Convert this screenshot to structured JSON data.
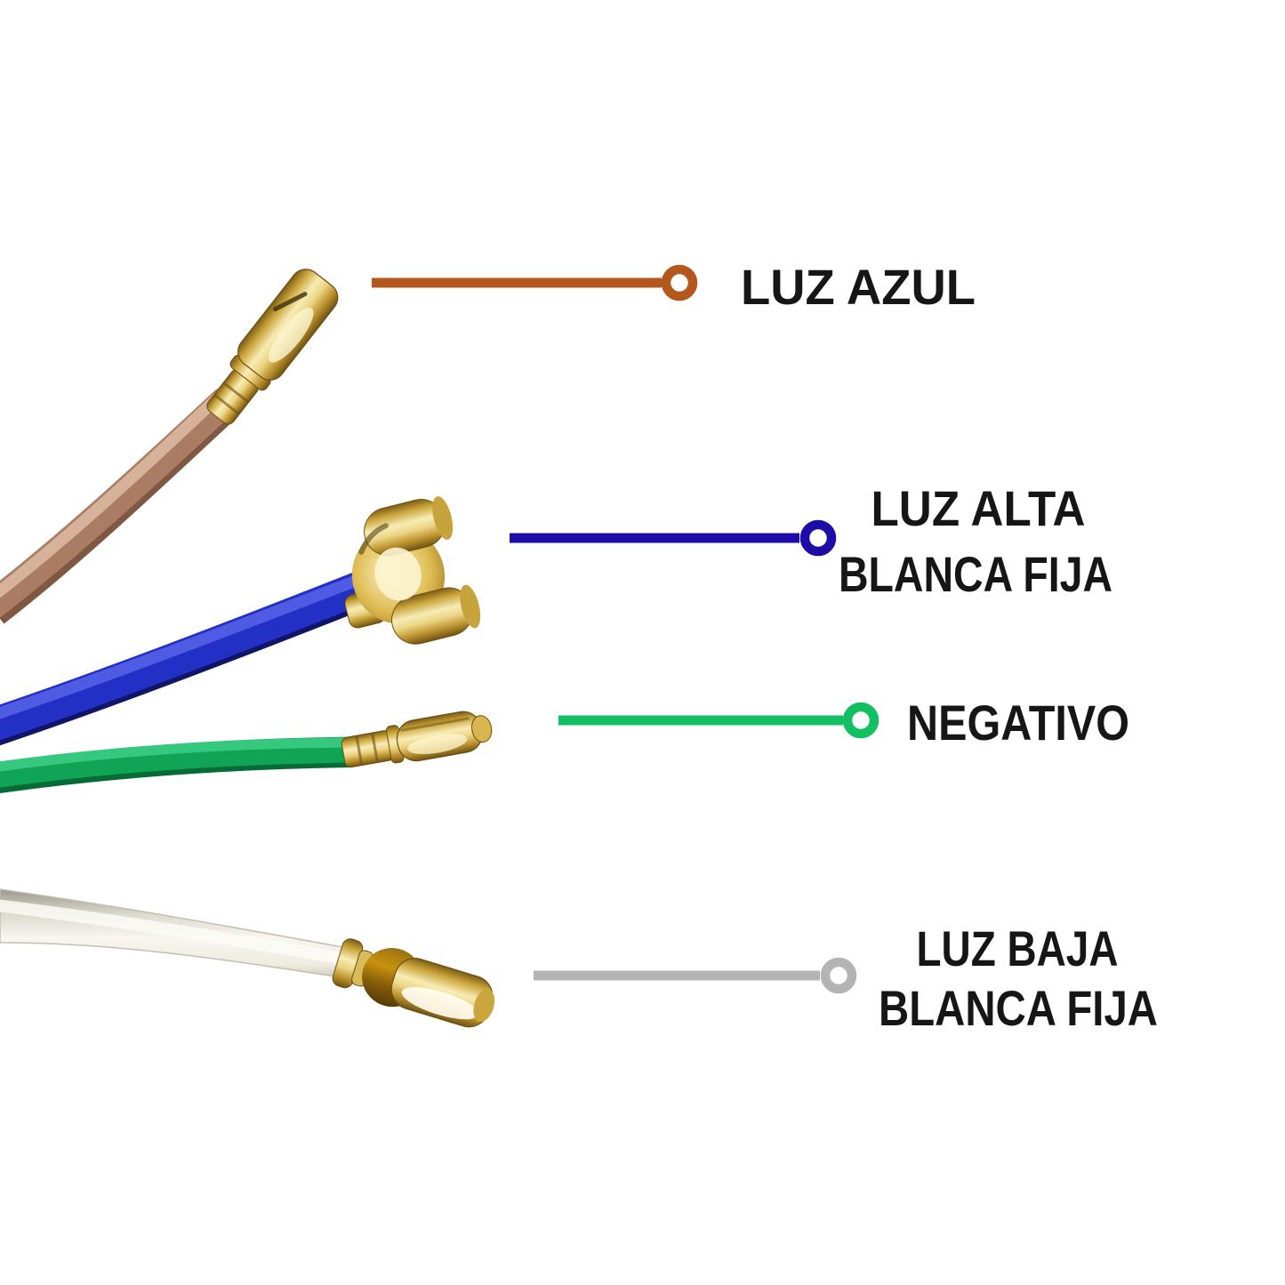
{
  "background": "#ffffff",
  "text_color": "#161616",
  "callouts": [
    {
      "id": "luz-azul",
      "lines": [
        "LUZ AZUL"
      ],
      "color": "#b4571d"
    },
    {
      "id": "luz-alta-blanca-fija",
      "lines": [
        "LUZ ALTA",
        "BLANCA FIJA"
      ],
      "color": "#1e0ca8"
    },
    {
      "id": "negativo",
      "lines": [
        "NEGATIVO"
      ],
      "color": "#12c061"
    },
    {
      "id": "luz-baja-blanca-fija",
      "lines": [
        "LUZ BAJA",
        "BLANCA FIJA"
      ],
      "color": "#b4b4b4"
    }
  ],
  "wires": [
    {
      "id": "brown-wire",
      "color": "#aa7c63"
    },
    {
      "id": "blue-wire",
      "color": "#2330c6"
    },
    {
      "id": "green-wire",
      "color": "#0fa456"
    },
    {
      "id": "white-wire",
      "color": "#efece1"
    }
  ]
}
